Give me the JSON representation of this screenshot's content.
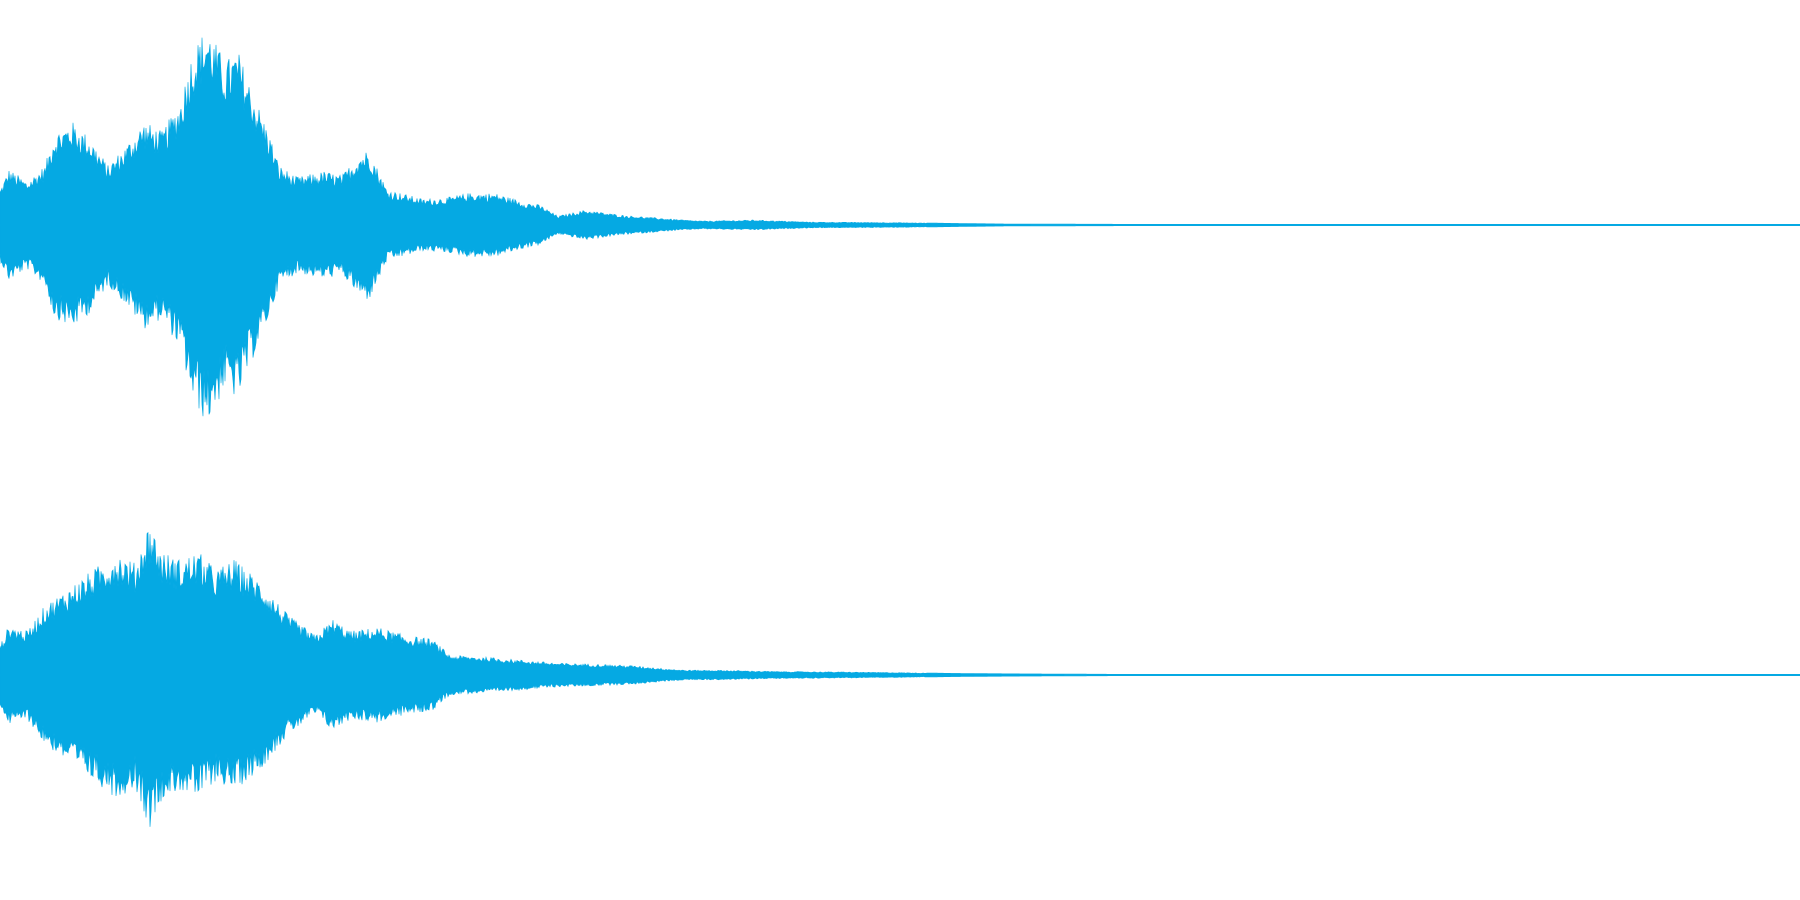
{
  "waveform": {
    "color": "#05a9e3",
    "background": "#ffffff",
    "channels": [
      {
        "name": "left",
        "envelope": [
          [
            0.0,
            0.18
          ],
          [
            0.005,
            0.28
          ],
          [
            0.015,
            0.22
          ],
          [
            0.025,
            0.3
          ],
          [
            0.03,
            0.46
          ],
          [
            0.04,
            0.52
          ],
          [
            0.05,
            0.44
          ],
          [
            0.06,
            0.3
          ],
          [
            0.07,
            0.4
          ],
          [
            0.08,
            0.52
          ],
          [
            0.09,
            0.47
          ],
          [
            0.1,
            0.62
          ],
          [
            0.107,
            0.88
          ],
          [
            0.115,
            1.0
          ],
          [
            0.125,
            0.82
          ],
          [
            0.132,
            0.88
          ],
          [
            0.14,
            0.68
          ],
          [
            0.15,
            0.45
          ],
          [
            0.155,
            0.3
          ],
          [
            0.165,
            0.24
          ],
          [
            0.18,
            0.27
          ],
          [
            0.19,
            0.25
          ],
          [
            0.2,
            0.36
          ],
          [
            0.205,
            0.38
          ],
          [
            0.215,
            0.18
          ],
          [
            0.235,
            0.13
          ],
          [
            0.25,
            0.14
          ],
          [
            0.26,
            0.16
          ],
          [
            0.275,
            0.16
          ],
          [
            0.29,
            0.12
          ],
          [
            0.3,
            0.1
          ],
          [
            0.31,
            0.045
          ],
          [
            0.325,
            0.075
          ],
          [
            0.345,
            0.05
          ],
          [
            0.38,
            0.025
          ],
          [
            0.39,
            0.02
          ],
          [
            0.42,
            0.025
          ],
          [
            0.45,
            0.015
          ],
          [
            0.5,
            0.012
          ],
          [
            0.53,
            0.008
          ],
          [
            0.56,
            0.005
          ],
          [
            0.61,
            0.004
          ],
          [
            0.65,
            0.0028
          ],
          [
            1.0,
            0.0028
          ]
        ]
      },
      {
        "name": "right",
        "envelope": [
          [
            0.0,
            0.15
          ],
          [
            0.005,
            0.25
          ],
          [
            0.015,
            0.22
          ],
          [
            0.025,
            0.35
          ],
          [
            0.04,
            0.45
          ],
          [
            0.055,
            0.55
          ],
          [
            0.065,
            0.62
          ],
          [
            0.075,
            0.56
          ],
          [
            0.083,
            0.77
          ],
          [
            0.09,
            0.62
          ],
          [
            0.1,
            0.58
          ],
          [
            0.11,
            0.62
          ],
          [
            0.12,
            0.53
          ],
          [
            0.13,
            0.58
          ],
          [
            0.145,
            0.47
          ],
          [
            0.16,
            0.3
          ],
          [
            0.175,
            0.2
          ],
          [
            0.185,
            0.28
          ],
          [
            0.195,
            0.22
          ],
          [
            0.21,
            0.24
          ],
          [
            0.225,
            0.2
          ],
          [
            0.24,
            0.18
          ],
          [
            0.25,
            0.1
          ],
          [
            0.27,
            0.09
          ],
          [
            0.29,
            0.075
          ],
          [
            0.31,
            0.06
          ],
          [
            0.33,
            0.055
          ],
          [
            0.35,
            0.048
          ],
          [
            0.37,
            0.032
          ],
          [
            0.38,
            0.025
          ],
          [
            0.4,
            0.024
          ],
          [
            0.43,
            0.018
          ],
          [
            0.47,
            0.015
          ],
          [
            0.5,
            0.012
          ],
          [
            0.53,
            0.008
          ],
          [
            0.56,
            0.006
          ],
          [
            0.61,
            0.004
          ],
          [
            0.63,
            0.003
          ],
          [
            0.65,
            0.0028
          ],
          [
            1.0,
            0.0028
          ]
        ]
      }
    ]
  }
}
